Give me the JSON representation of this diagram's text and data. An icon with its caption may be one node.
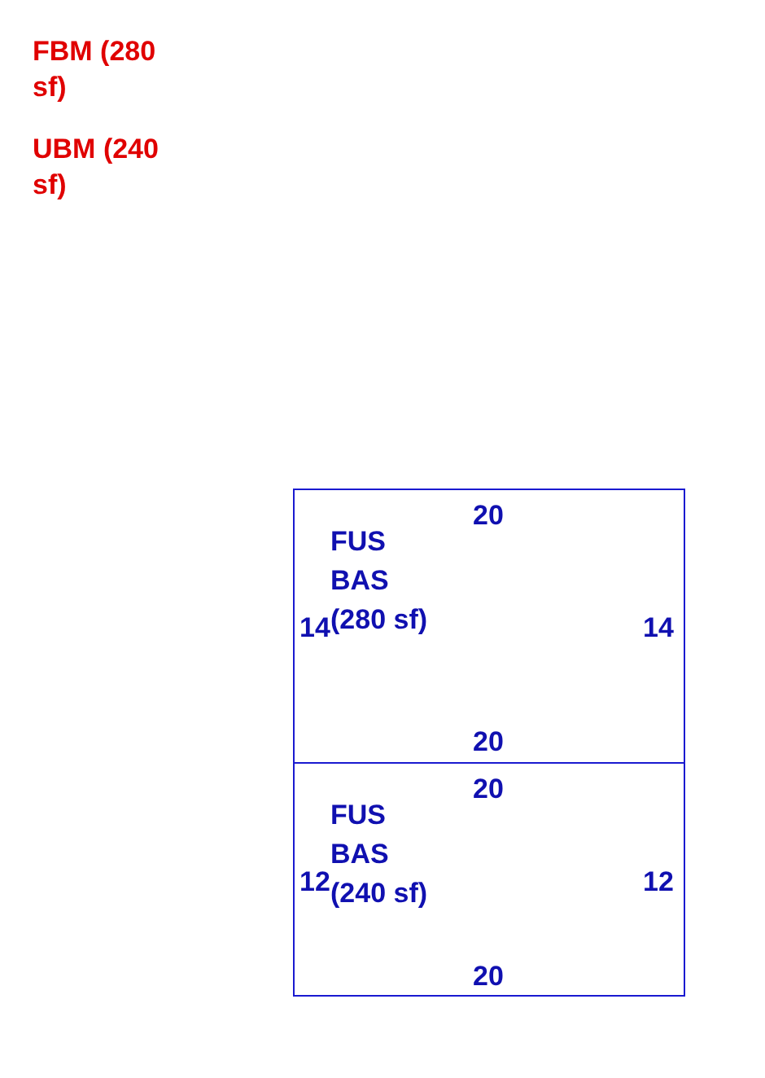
{
  "diagram": {
    "nodes": [
      {
        "text": [
          "FUS BAS (280 sf)"
        ]
      },
      {
        "text": [
          "FUS BAS (240 sf)"
        ]
      }
    ],
    "edges": [],
    "labels": [
      "FBM (280 sf)",
      "UBM (240 sf)",
      "20",
      "14",
      "14",
      "20",
      "20",
      "12",
      "12",
      "20"
    ]
  }
}
